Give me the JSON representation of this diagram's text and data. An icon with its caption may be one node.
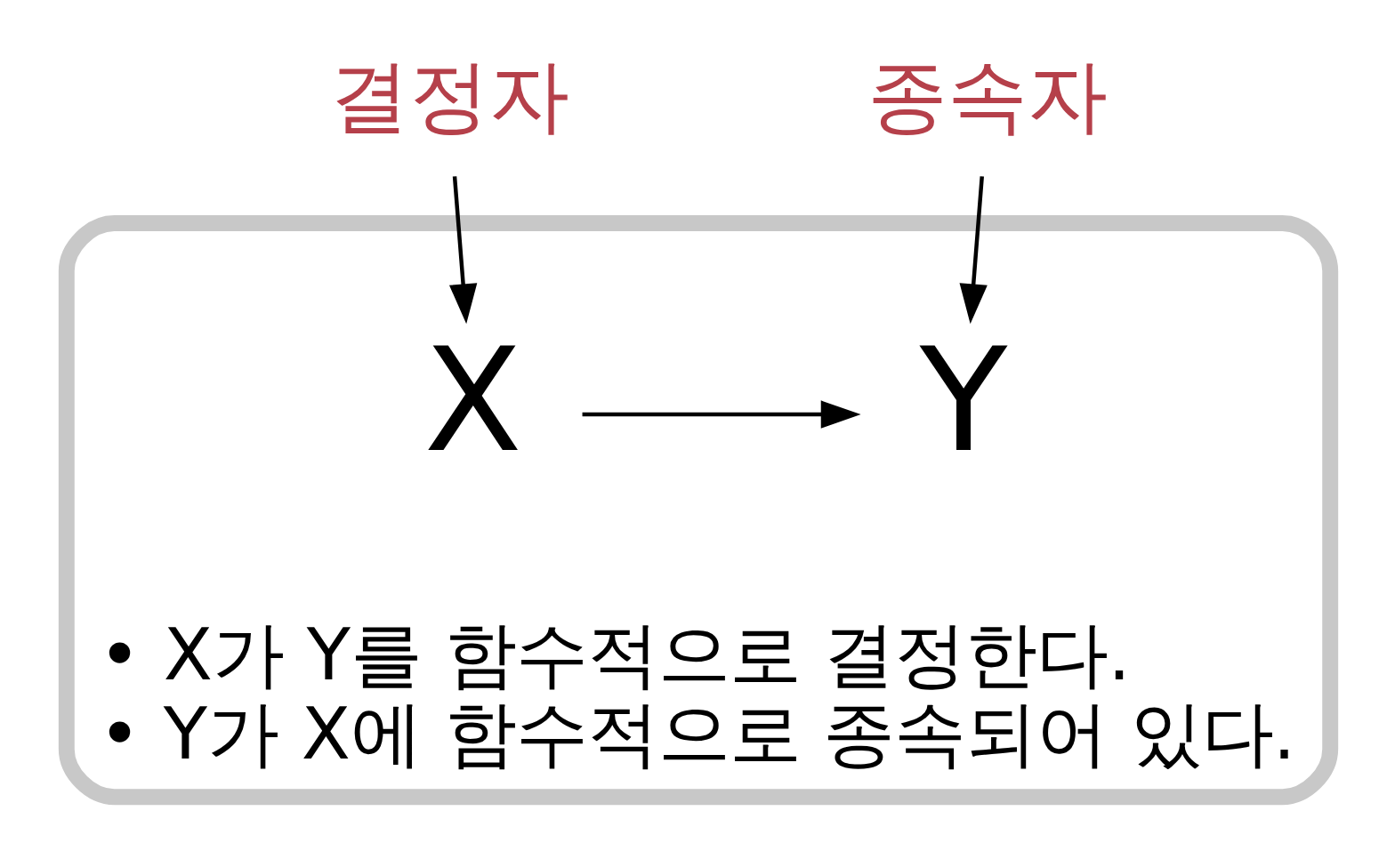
{
  "diagram": {
    "nodes": [
      {
        "text": [
          "결정자"
        ]
      },
      {
        "text": [
          "종속자"
        ]
      },
      {
        "text": [
          "• X가 Y를 함수적으로 결정한다.",
          "• Y가 X에 함수적으로 종속되어 있다."
        ]
      },
      {
        "text": [
          "X"
        ],
        "in": 2
      },
      {
        "text": [
          "Y"
        ],
        "in": 2
      }
    ],
    "edges": [
      {
        "from": 0,
        "to": 3,
        "arrow": "to"
      },
      {
        "from": 1,
        "to": 4,
        "arrow": "to"
      },
      {
        "from": 3,
        "to": 4,
        "arrow": "to"
      }
    ]
  }
}
